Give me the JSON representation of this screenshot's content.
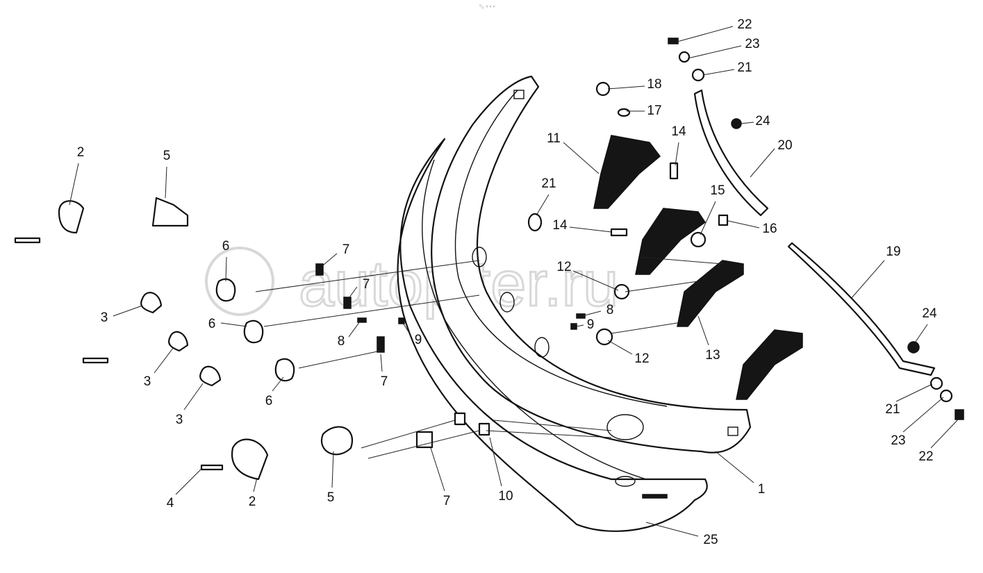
{
  "header_mark": "⁰ₒ ∘∘∘",
  "watermark": "autopiter.ru",
  "callouts": [
    "22",
    "23",
    "21",
    "24",
    "20",
    "18",
    "17",
    "14",
    "11",
    "21",
    "15",
    "16",
    "14",
    "19",
    "12",
    "8",
    "9",
    "12",
    "13",
    "24",
    "21",
    "23",
    "22",
    "1",
    "25",
    "2",
    "5",
    "6",
    "7",
    "7",
    "3",
    "6",
    "8",
    "9",
    "3",
    "7",
    "6",
    "3",
    "4",
    "2",
    "5",
    "7",
    "10"
  ]
}
